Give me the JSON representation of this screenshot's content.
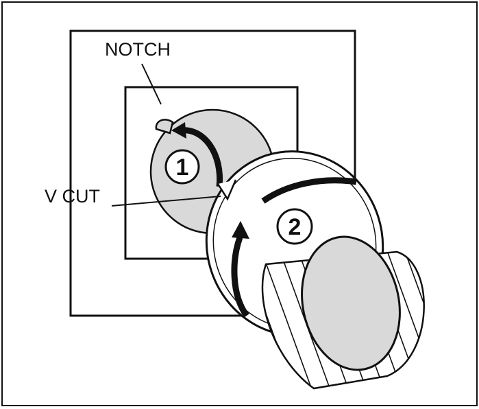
{
  "labels": {
    "notch": "NOTCH",
    "v_cut": "V CUT"
  },
  "steps": [
    {
      "number": "1"
    },
    {
      "number": "2"
    }
  ],
  "colors": {
    "line": "#111111",
    "shaded": "#d9d9d9",
    "background": "#ffffff"
  },
  "icons": [
    "rotate-arrow-icon",
    "rotate-arrow-icon"
  ]
}
